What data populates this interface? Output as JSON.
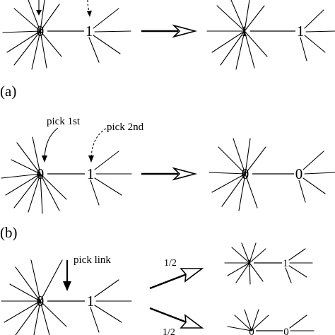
{
  "labels": {
    "panel_a": "(a)",
    "panel_b": "(b)",
    "pick_1st": "pick 1st",
    "pick_2nd": "pick 2nd",
    "pick_link": "pick link",
    "prob_top": "1/2",
    "prob_bottom": "1/2"
  },
  "nodes": {
    "a_left_0": "0",
    "a_left_1": "1",
    "a_right_1a": "1",
    "a_right_1b": "1",
    "b_left_0": "0",
    "b_left_1": "1",
    "b_right_0a": "0",
    "b_right_0b": "0",
    "c_left_0": "0",
    "c_left_1": "1",
    "c_up_1a": "1",
    "c_up_1b": "1",
    "c_down_0a": "0",
    "c_down_0b": "0"
  }
}
